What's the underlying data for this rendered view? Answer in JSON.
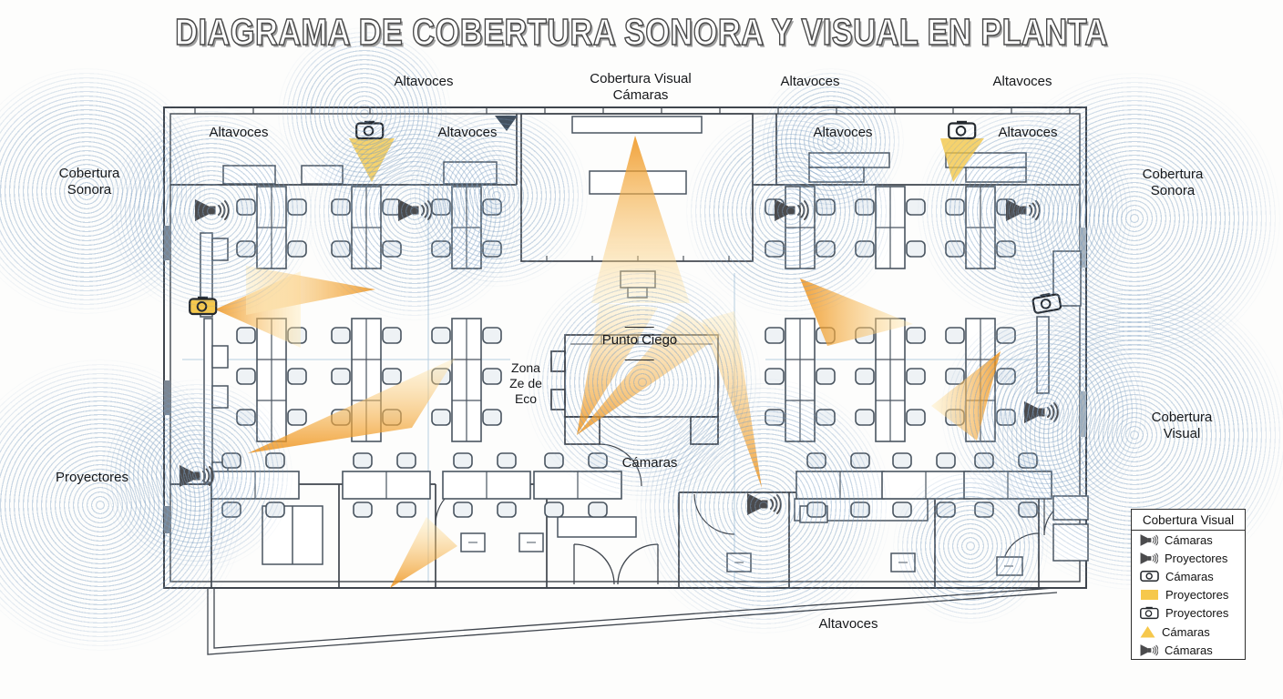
{
  "title": "DIAGRAMA DE COBERTURA SONORA Y VISUAL EN PLANTA",
  "plan_labels": {
    "altavoces_top_left": "Altavoces",
    "cobertura_visual_top_line1": "Cobertura Visual",
    "cobertura_visual_top_line2": "Cámaras",
    "altavoces_top_right": "Altavoces",
    "altavoces_top_far_right": "Altavoces",
    "altavoces_strip_left_1": "Altavoces",
    "altavoces_strip_left_2": "Altavoces",
    "altavoces_strip_right_1": "Altavoces",
    "altavoces_strip_right_2": "Altavoces",
    "cobertura_sonora_left_line1": "Cobertura",
    "cobertura_sonora_left_line2": "Sonora",
    "cobertura_sonora_right_line1": "Cobertura",
    "cobertura_sonora_right_line2": "Sonora",
    "proyectores_left": "Proyectores",
    "cobertura_visual_right_line1": "Cobertura",
    "cobertura_visual_right_line2": "Visual",
    "punto_ciego": "Punto Ciego",
    "zona_eco_line1": "Zona",
    "zona_eco_line2": "Ze de",
    "zona_eco_line3": "Eco",
    "camaras_center": "Cámaras",
    "altavoces_bottom": "Altavoces"
  },
  "legend": {
    "title": "Cobertura Visual",
    "items": [
      {
        "icon": "speaker-icon",
        "label": "Cámaras"
      },
      {
        "icon": "speaker-icon",
        "label": "Proyectores"
      },
      {
        "icon": "camera-icon",
        "label": "Cámaras"
      },
      {
        "icon": "projector-area-icon",
        "label": "Proyectores"
      },
      {
        "icon": "camera-viewfinder-icon",
        "label": "Proyectores"
      },
      {
        "icon": "coverage-triangle-icon",
        "label": "Cámaras"
      },
      {
        "icon": "speaker-icon",
        "label": "Cámaras"
      }
    ]
  },
  "colors": {
    "beam_orange": "#ee8e10",
    "beam_yellow": "#ffe9ae",
    "highlight_yellow": "#f3c645",
    "sound_ring_blue": "#7a9dc2",
    "wall": "#3f454d",
    "speaker_gray": "#4b4b4d",
    "text": "#16181b"
  }
}
